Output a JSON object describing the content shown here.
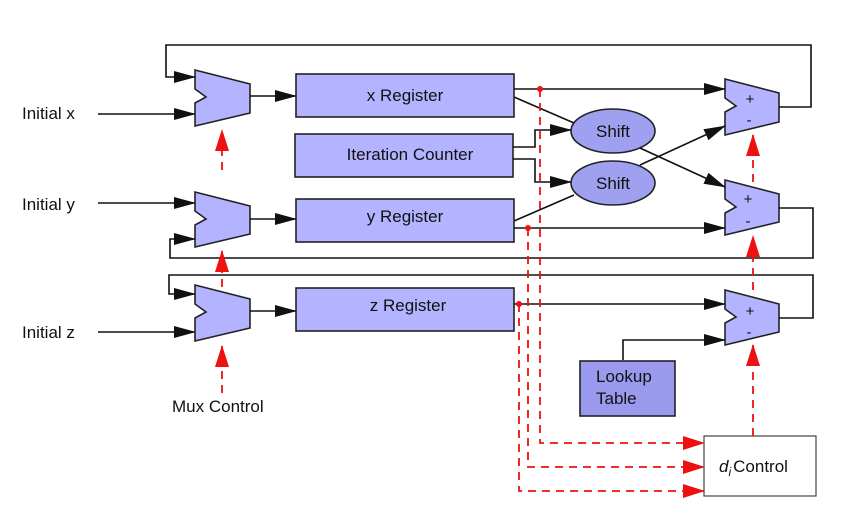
{
  "diagram": {
    "inputs": {
      "initial_x": "Initial x",
      "initial_y": "Initial y",
      "initial_z": "Initial z"
    },
    "registers": {
      "x": "x Register",
      "y": "y Register",
      "z": "z Register",
      "counter": "Iteration Counter"
    },
    "shifters": {
      "top": "Shift",
      "bottom": "Shift"
    },
    "adders": {
      "plus": "+",
      "minus": "-"
    },
    "lookup": {
      "line1": "Lookup",
      "line2": "Table"
    },
    "mux_control": "Mux Control",
    "di_control": {
      "d": "d",
      "sub": "i",
      "label": "Control"
    },
    "colors": {
      "block_fill": "#b3b3ff",
      "lookup_fill": "#9999ee",
      "shift_fill": "#9fa0ef",
      "control_line": "#ee1111",
      "wire": "#111111"
    }
  }
}
